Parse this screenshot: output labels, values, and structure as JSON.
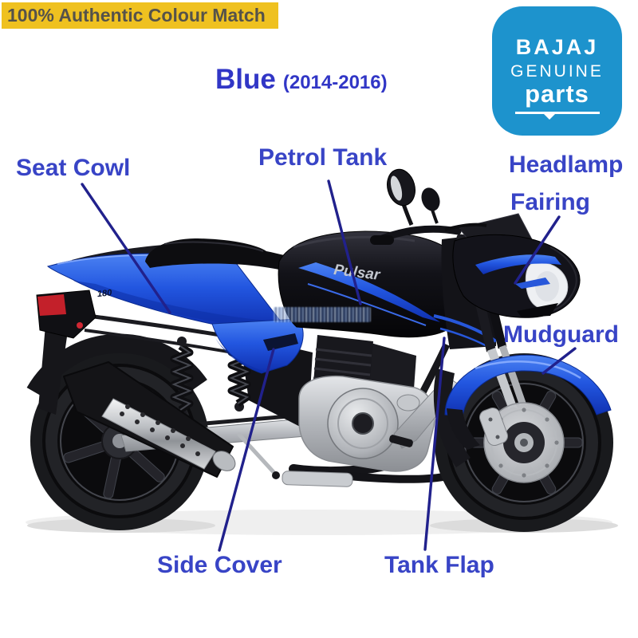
{
  "banner": {
    "text": "100% Authentic Colour Match",
    "bg_color": "#efc120",
    "text_color": "#55524a"
  },
  "title": {
    "name": "Blue",
    "years": "(2014-2016)",
    "color": "#3136c6"
  },
  "logo": {
    "brand": "BAJAJ",
    "line2": "GENUINE",
    "line3": "parts",
    "bg_color": "#1d93cd",
    "text_color": "#ffffff"
  },
  "labels": {
    "seat_cowl": "Seat Cowl",
    "petrol_tank": "Petrol Tank",
    "headlamp_line1": "Headlamp",
    "headlamp_line2": "Fairing",
    "mudguard": "Mudguard",
    "side_cover": "Side Cover",
    "tank_flap": "Tank Flap"
  },
  "bike": {
    "cowl_decal": "180",
    "tank_decal": "Pulsar"
  },
  "colors": {
    "label_blue": "#3844c6",
    "leader_navy": "#21218c",
    "body_blue": "#2256e0",
    "banner_yellow": "#efc120",
    "logo_blue": "#1d93cd"
  }
}
